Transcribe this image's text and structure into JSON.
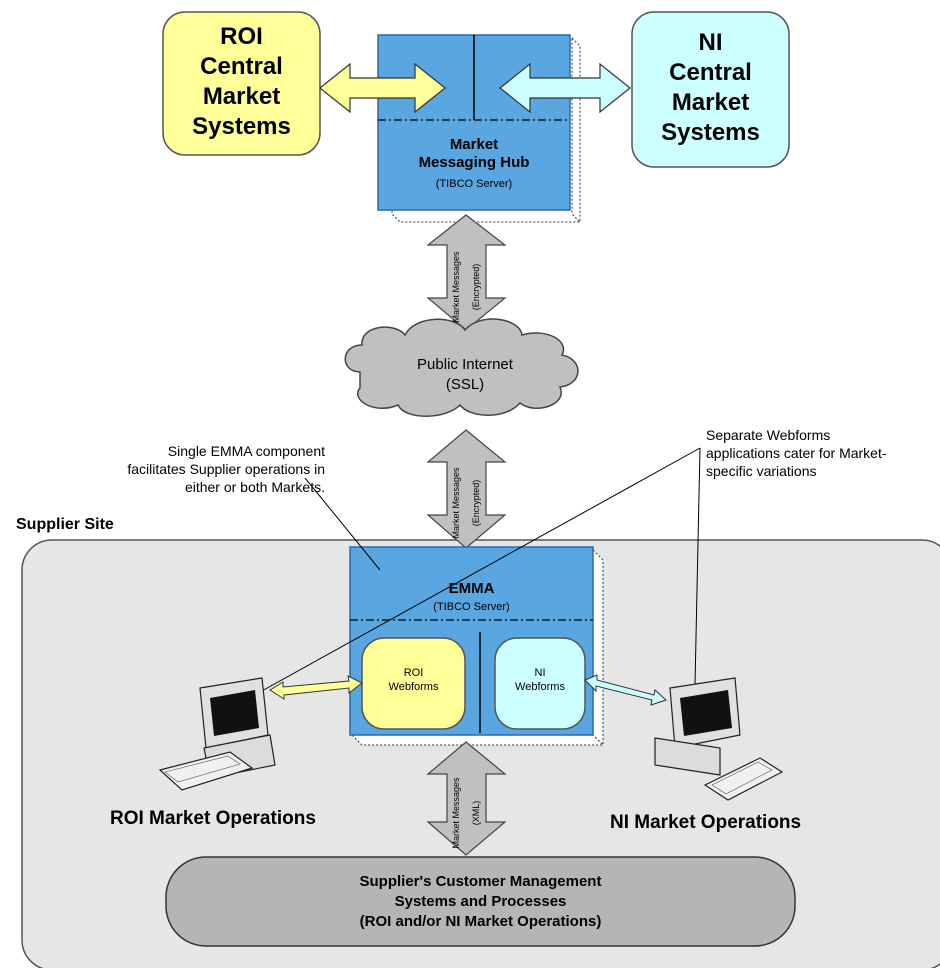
{
  "roi_central": [
    "ROI",
    "Central",
    "Market",
    "Systems"
  ],
  "ni_central": [
    "NI",
    "Central",
    "Market",
    "Systems"
  ],
  "hub": {
    "title": [
      "Market",
      "Messaging Hub"
    ],
    "sub": "(TIBCO Server)"
  },
  "arrow_top": [
    "Market Messages",
    "(Encrypted)"
  ],
  "cloud": [
    "Public Internet",
    "(SSL)"
  ],
  "arrow_mid": [
    "Market Messages",
    "(Encrypted)"
  ],
  "arrow_bottom": [
    "Market Messages",
    "(XML)"
  ],
  "note_left": [
    "Single EMMA component",
    "facilitates Supplier operations in",
    "either or both Markets."
  ],
  "note_right": [
    "Separate Webforms",
    "applications cater for Market-",
    "specific variations"
  ],
  "supplier_site": "Supplier Site",
  "emma": {
    "title": "EMMA",
    "sub": "(TIBCO Server)"
  },
  "roi_webforms": [
    "ROI",
    "Webforms"
  ],
  "ni_webforms": [
    "NI",
    "Webforms"
  ],
  "roi_ops": "ROI Market Operations",
  "ni_ops": "NI Market Operations",
  "supplier_systems": [
    "Supplier's Customer Management",
    "Systems and Processes",
    "(ROI and/or NI Market Operations)"
  ],
  "colors": {
    "roi_yellow": "#ffff99",
    "ni_cyan": "#ccffff",
    "hub_blue": "#5aa6e0",
    "site_gray": "#e6e6e6",
    "arrow_gray": "#c0c0c0"
  }
}
